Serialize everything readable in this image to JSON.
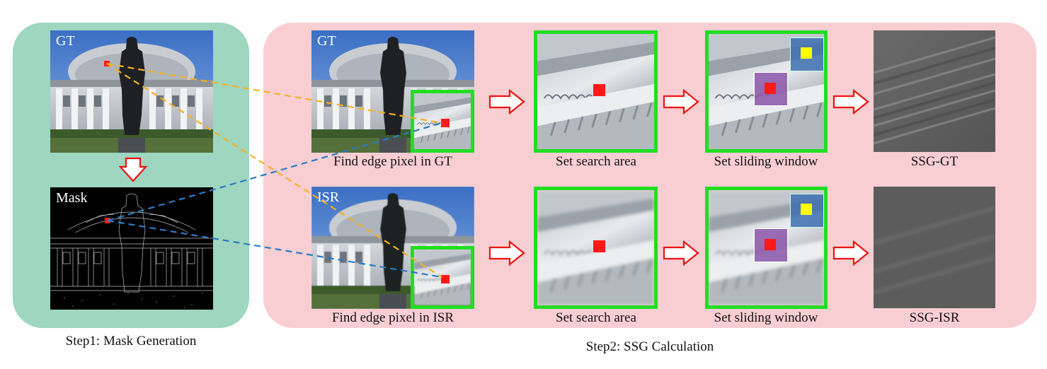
{
  "step1": {
    "caption": "Step1: Mask Generation",
    "gt_label": "GT",
    "mask_label": "Mask"
  },
  "step2": {
    "caption": "Step2: SSG Calculation",
    "top_row": {
      "image_label": "GT",
      "captions": [
        "Find edge pixel in GT",
        "Set search area",
        "Set sliding window",
        "SSG-GT"
      ]
    },
    "bottom_row": {
      "image_label": "ISR",
      "captions": [
        "Find edge pixel in ISR",
        "Set search area",
        "Set sliding window",
        "SSG-ISR"
      ]
    }
  },
  "colors": {
    "step1_bg": "#9ed6c0",
    "step2_bg": "#f9ced3",
    "highlight_box": "#22dd22",
    "edge_pixel": "#ff1a1a",
    "search_window": "#3d6fb0",
    "sliding_window": "#8a55a8",
    "target_pixel": "#ffff00",
    "gt_link": "#f5b021",
    "mask_link": "#2a7bc4",
    "arrow": "#ee1111"
  }
}
